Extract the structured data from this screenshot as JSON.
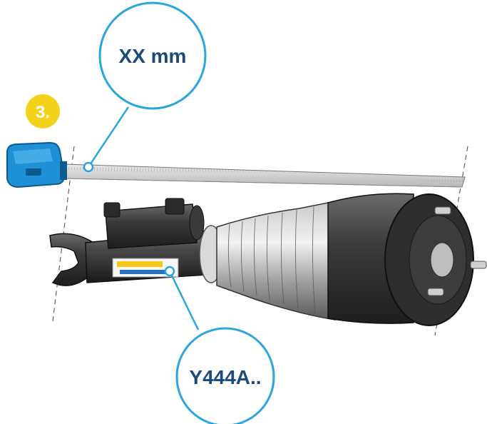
{
  "step": {
    "label": "3."
  },
  "callouts": {
    "measurement": {
      "text": "XX mm"
    },
    "part_number": {
      "text": "Y444A.."
    }
  },
  "colors": {
    "callout_outline": "#2aa6dc",
    "callout_text": "#1c4a7a",
    "step_badge": "#f4d21c",
    "tape_housing": "#1f8fd6",
    "label_yellow": "#f3c81a",
    "label_blue": "#2b6fc0"
  }
}
